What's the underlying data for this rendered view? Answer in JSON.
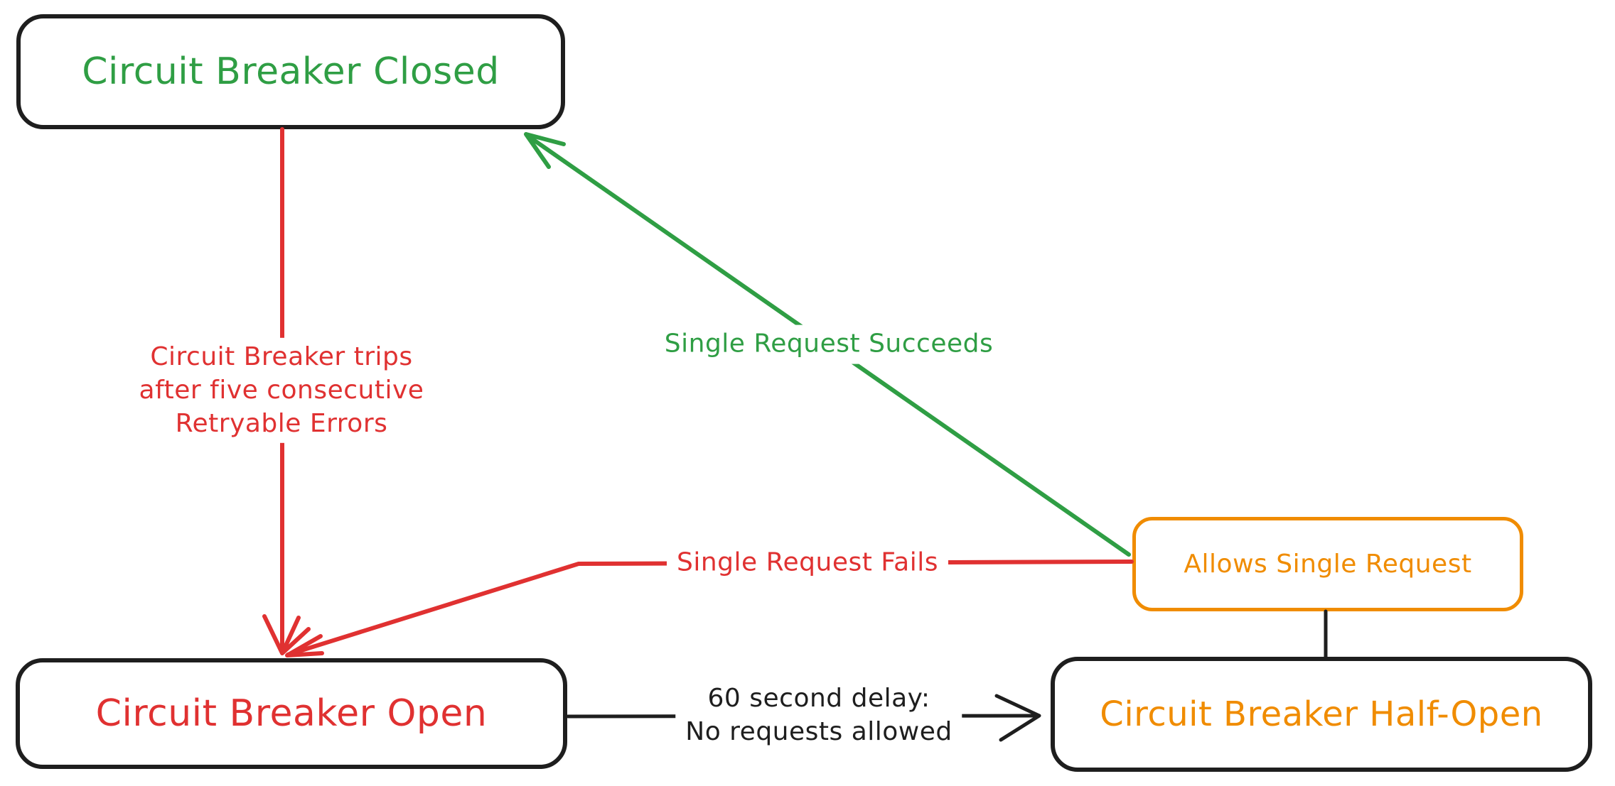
{
  "colors": {
    "green": "#2f9e44",
    "red": "#e03131",
    "orange": "#f08c00",
    "ink": "#1e1e1e",
    "background": "#ffffff"
  },
  "nodes": {
    "closed": {
      "label": "Circuit Breaker Closed",
      "text_color": "#2f9e44",
      "border_color": "#1e1e1e"
    },
    "open": {
      "label": "Circuit Breaker Open",
      "text_color": "#e03131",
      "border_color": "#1e1e1e"
    },
    "half_open": {
      "label": "Circuit Breaker Half-Open",
      "text_color": "#f08c00",
      "border_color": "#1e1e1e"
    },
    "allows_single_request": {
      "label": "Allows Single Request",
      "text_color": "#f08c00",
      "border_color": "#f08c00"
    }
  },
  "edges": {
    "trips": {
      "from": "closed",
      "to": "open",
      "color": "#e03131",
      "label_lines": [
        "Circuit Breaker trips",
        "after five consecutive",
        "Retryable Errors"
      ]
    },
    "succeeds": {
      "from": "allows_single_request",
      "to": "closed",
      "color": "#2f9e44",
      "label": "Single Request Succeeds"
    },
    "fails": {
      "from": "allows_single_request",
      "to": "open",
      "color": "#e03131",
      "label": "Single Request Fails"
    },
    "delay": {
      "from": "open",
      "to": "half_open",
      "color": "#1e1e1e",
      "label_lines": [
        "60 second delay:",
        "No requests allowed"
      ]
    },
    "allows_link": {
      "from": "half_open",
      "to": "allows_single_request",
      "color": "#1e1e1e"
    }
  }
}
